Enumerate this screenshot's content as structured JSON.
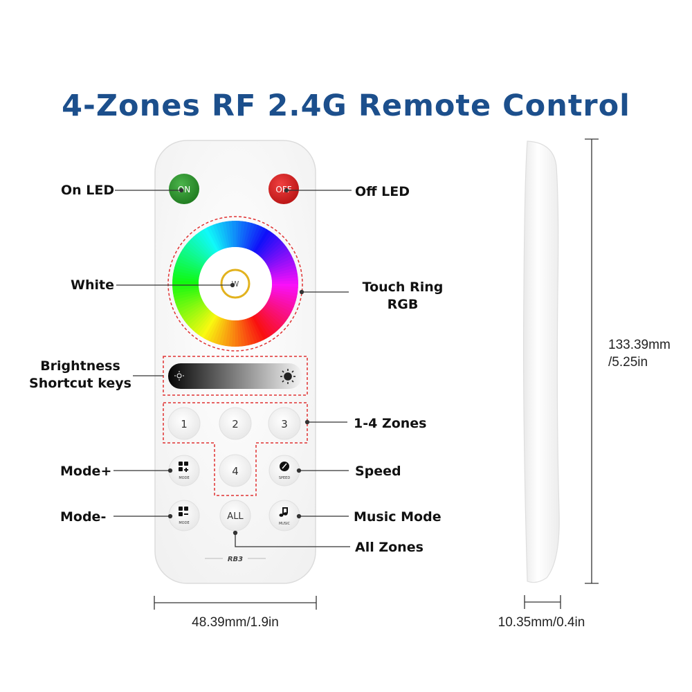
{
  "title": "4-Zones RF 2.4G Remote Control",
  "remote": {
    "on_label": "ON",
    "off_label": "OFF",
    "white_label": "W",
    "zone_buttons": [
      "1",
      "2",
      "3",
      "4"
    ],
    "all_label": "ALL",
    "mode_sub": "MODE",
    "speed_sub": "SPEED",
    "music_sub": "MUSIC",
    "model": "RB3"
  },
  "callouts": {
    "on_led": "On LED",
    "off_led": "Off LED",
    "white": "White",
    "touch_ring_1": "Touch Ring",
    "touch_ring_2": "RGB",
    "brightness_1": "Brightness",
    "brightness_2": "Shortcut keys",
    "zones": "1-4 Zones",
    "mode_plus": "Mode+",
    "speed": "Speed",
    "mode_minus": "Mode-",
    "music_mode": "Music Mode",
    "all_zones": "All Zones"
  },
  "dimensions": {
    "width": "48.39mm/1.9in",
    "height_1": "133.39mm",
    "height_2": "/5.25in",
    "depth": "10.35mm/0.4in"
  },
  "colors": {
    "title": "#1c4f8c",
    "on": "#2e8b2e",
    "off": "#d42020",
    "outline": "#e03030"
  }
}
